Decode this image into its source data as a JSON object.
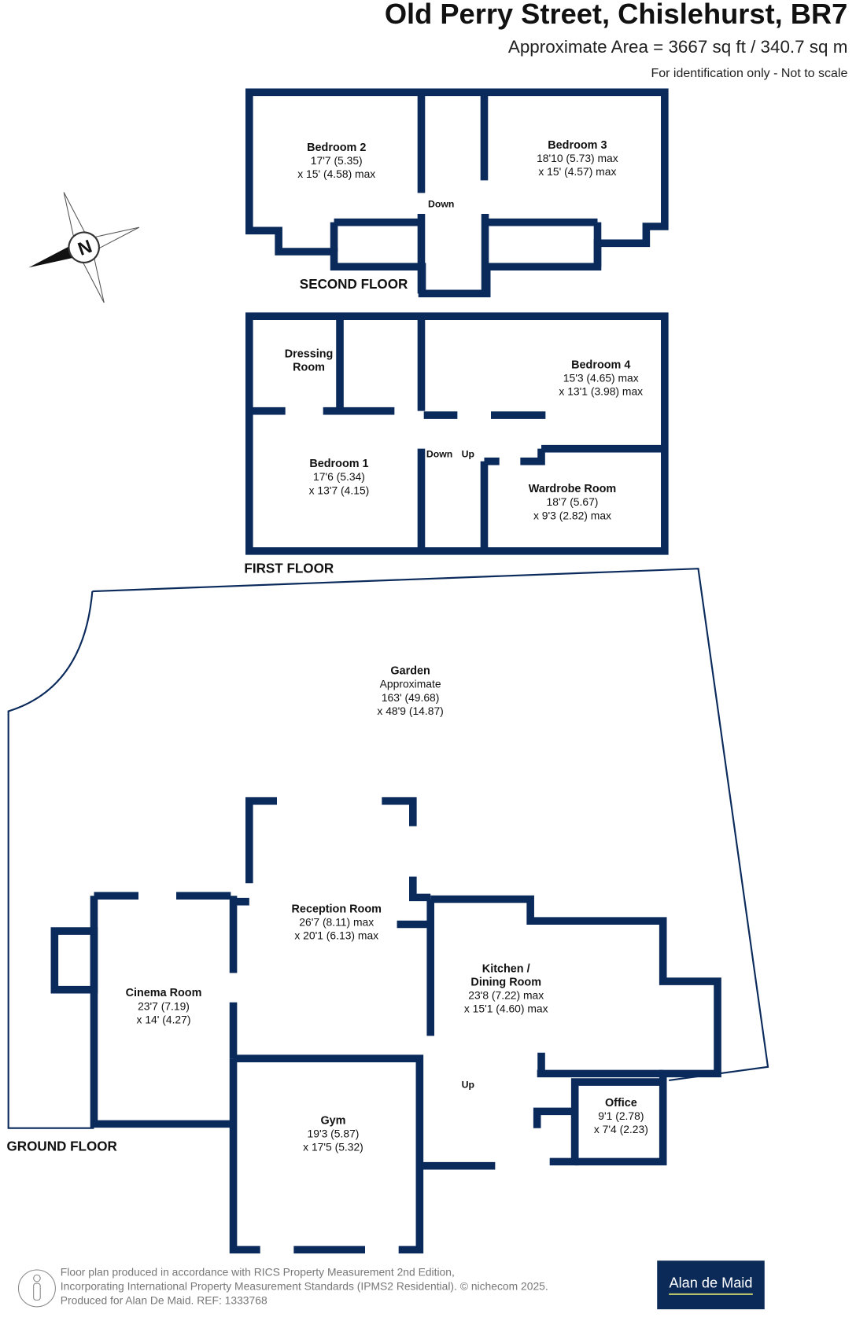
{
  "header": {
    "title": "Old Perry Street, Chislehurst, BR7",
    "area": "Approximate Area = 3667 sq ft / 340.7 sq m",
    "disclaimer": "For identification only - Not to scale"
  },
  "colors": {
    "wall": "#0b2a5c",
    "brand": "#0b2a57"
  },
  "compass": {
    "letter": "N"
  },
  "floors": {
    "second": {
      "label": "SECOND FLOOR",
      "stairs": "Down",
      "rooms": [
        {
          "name": "Bedroom 2",
          "dim1": "17'7 (5.35)",
          "dim2": "x 15' (4.58) max"
        },
        {
          "name": "Bedroom 3",
          "dim1": "18'10 (5.73) max",
          "dim2": "x 15' (4.57) max"
        }
      ]
    },
    "first": {
      "label": "FIRST FLOOR",
      "stairs_down": "Down",
      "stairs_up": "Up",
      "rooms": [
        {
          "name": "Dressing",
          "dim1": "Room",
          "dim2": ""
        },
        {
          "name": "Bedroom 4",
          "dim1": "15'3 (4.65) max",
          "dim2": "x 13'1 (3.98) max"
        },
        {
          "name": "Bedroom 1",
          "dim1": "17'6 (5.34)",
          "dim2": "x 13'7 (4.15)"
        },
        {
          "name": "Wardrobe Room",
          "dim1": "18'7 (5.67)",
          "dim2": "x 9'3 (2.82) max"
        }
      ]
    },
    "ground": {
      "label": "GROUND FLOOR",
      "stairs": "Up",
      "garden": {
        "name": "Garden",
        "note": "Approximate",
        "dim1": "163' (49.68)",
        "dim2": "x 48'9 (14.87)"
      },
      "rooms": [
        {
          "name": "Reception Room",
          "dim1": "26'7 (8.11) max",
          "dim2": "x 20'1 (6.13) max"
        },
        {
          "name": "Cinema Room",
          "dim1": "23'7 (7.19)",
          "dim2": "x 14' (4.27)"
        },
        {
          "name": "Kitchen /",
          "name2": "Dining Room",
          "dim1": "23'8 (7.22) max",
          "dim2": "x 15'1 (4.60) max"
        },
        {
          "name": "Gym",
          "dim1": "19'3 (5.87)",
          "dim2": "x 17'5 (5.32)"
        },
        {
          "name": "Office",
          "dim1": "9'1 (2.78)",
          "dim2": "x 7'4 (2.23)"
        }
      ]
    }
  },
  "footer": {
    "line1": "Floor plan produced in accordance with RICS Property Measurement 2nd Edition,",
    "line2": "Incorporating International Property Measurement Standards (IPMS2 Residential).   © nichecom 2025.",
    "line3": "Produced for Alan De Maid.   REF: 1333768",
    "logo": "Alan de Maid"
  }
}
